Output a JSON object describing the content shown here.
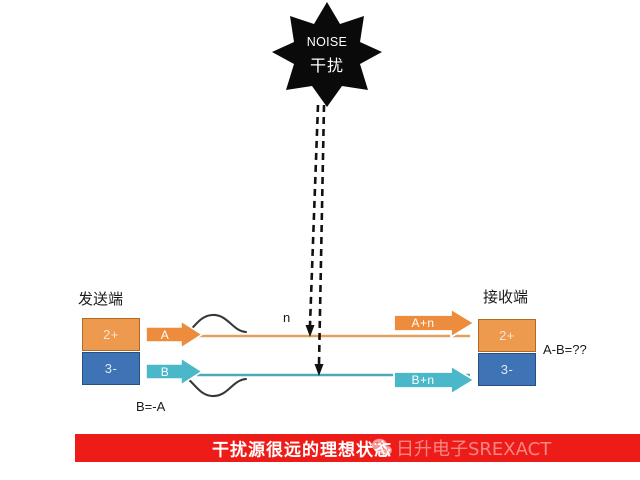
{
  "noise": {
    "en_label": "NOISE",
    "cn_label": "干扰",
    "icon": "star-burst-icon",
    "color": "#0a0a0a",
    "arrow_label": "n"
  },
  "transmitter": {
    "title": "发送端",
    "pins": [
      {
        "label": "2+",
        "color": "#ED9A4E"
      },
      {
        "label": "3-",
        "color": "#3E74B5"
      }
    ],
    "signals": [
      {
        "label": "A",
        "color": "#ED8C3C"
      },
      {
        "label": "B",
        "color": "#4AB8C8"
      }
    ],
    "note": "B=-A"
  },
  "receiver": {
    "title": "接收端",
    "pins": [
      {
        "label": "2+",
        "color": "#ED9A4E"
      },
      {
        "label": "3-",
        "color": "#3E74B5"
      }
    ],
    "signals": [
      {
        "label": "A+n",
        "color": "#ED8C3C"
      },
      {
        "label": "B+n",
        "color": "#4AB8C8"
      }
    ],
    "note": "A-B=??"
  },
  "wires": {
    "top_color": "#E2A05C",
    "bottom_color": "#4FA8B8",
    "wave_color": "#33383d"
  },
  "banner": {
    "text": "干扰源很远的理想状态",
    "background": "#EE1C18",
    "text_color": "#ffffff"
  },
  "watermark": {
    "logo": "wechat-icon",
    "text": "日升电子SREXACT"
  }
}
